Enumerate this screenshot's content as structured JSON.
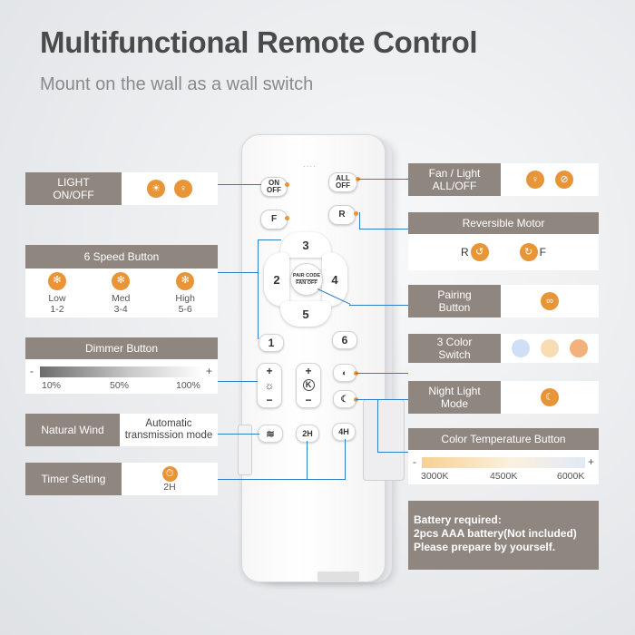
{
  "title": "Multifunctional Remote Control",
  "subtitle": "Mount on the wall as a wall switch",
  "left": {
    "light": {
      "label_line1": "LIGHT",
      "label_line2": "ON/OFF",
      "icon1": "sun-icon",
      "icon2": "bulb-icon"
    },
    "speed": {
      "label": "6 Speed Button",
      "icon": "fan-icon",
      "levels": [
        {
          "name": "Low",
          "range": "1-2"
        },
        {
          "name": "Med",
          "range": "3-4"
        },
        {
          "name": "High",
          "range": "5-6"
        }
      ]
    },
    "dimmer": {
      "label": "Dimmer Button",
      "minus": "-",
      "plus": "+",
      "ticks": [
        "10%",
        "50%",
        "100%"
      ]
    },
    "wind": {
      "label": "Natural Wind",
      "desc_line1": "Automatic",
      "desc_line2": "transmission mode"
    },
    "timer": {
      "label": "Timer Setting",
      "value": "2H",
      "icon": "timer-icon"
    }
  },
  "right": {
    "all": {
      "label_line1": "Fan / Light",
      "label_line2": "ALL/OFF",
      "icon1": "bulb-icon",
      "icon2": "fan-off-icon"
    },
    "reverse": {
      "label": "Reversible Motor",
      "r": "R",
      "f": "F"
    },
    "pairing": {
      "label_line1": "Pairing",
      "label_line2": "Button",
      "icon": "link-icon"
    },
    "color": {
      "label_line1": "3 Color",
      "label_line2": "Switch",
      "colors": [
        "#cfe0f6",
        "#f8ddb4",
        "#f3b27b"
      ]
    },
    "night": {
      "label_line1": "Night Light",
      "label_line2": "Mode",
      "icon": "moon-icon"
    },
    "temp": {
      "label": "Color Temperature Button",
      "minus": "-",
      "plus": "+",
      "ticks": [
        "3000K",
        "4500K",
        "6000K"
      ]
    },
    "battery": {
      "line1": "Battery required:",
      "line2": "2pcs AAA battery(Not included)",
      "line3": "Please prepare by yourself."
    }
  },
  "remote": {
    "on_off": "ON OFF",
    "all_off": "ALL OFF",
    "f": "F",
    "r": "R",
    "pad": {
      "top": "3",
      "left": "2",
      "right": "4",
      "bottom": "5",
      "center_line1": "PAIR CODE",
      "center_line2": "FAN OFF"
    },
    "one": "1",
    "six": "6",
    "plus": "+",
    "minus": "−",
    "k": "K",
    "two_h": "2H",
    "four_h": "4H"
  },
  "colors": {
    "accent": "#e89538",
    "label_bg": "#8f8680",
    "line": "#2f7ec9"
  }
}
